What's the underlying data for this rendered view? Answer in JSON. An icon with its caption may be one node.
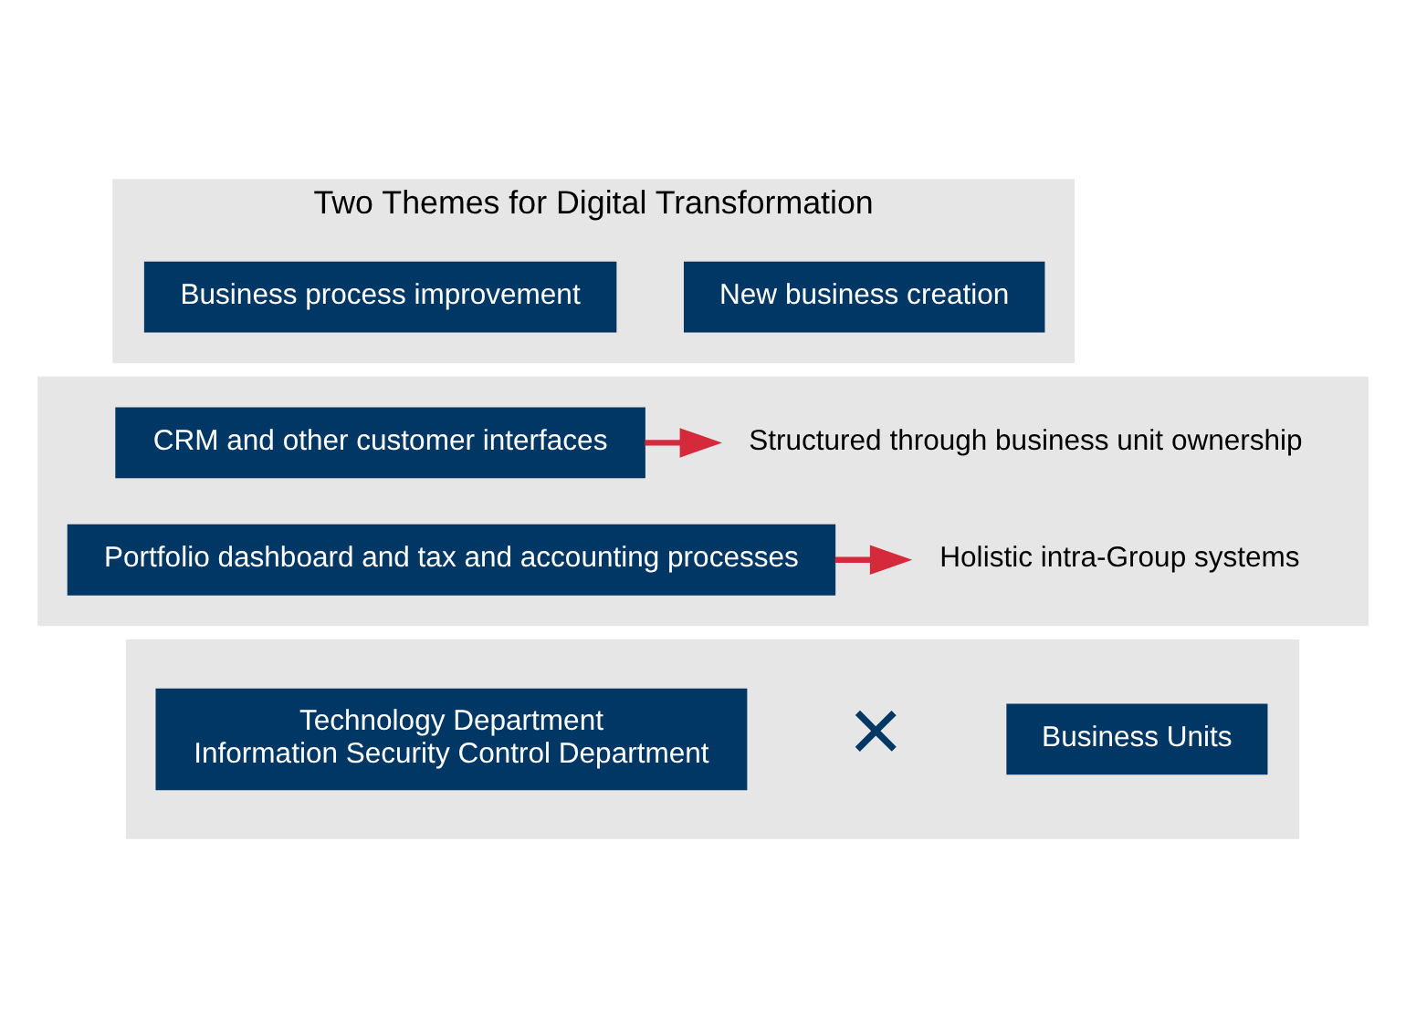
{
  "diagram": {
    "nodes": [
      {
        "text": [
          "Two Themes for Digital Transformation"
        ]
      },
      {
        "text": [
          "Business process improvement"
        ],
        "in": 0
      },
      {
        "text": [
          "New business creation"
        ],
        "in": 0
      },
      {
        "text": [],
        "shape": "box"
      },
      {
        "text": [
          "CRM and other customer interfaces"
        ],
        "in": 3
      },
      {
        "text": [
          "Structured through business unit ownership"
        ],
        "in": 3
      },
      {
        "text": [
          "Portfolio dashboard and tax and accounting processes"
        ],
        "in": 3
      },
      {
        "text": [
          "Holistic intra-Group systems"
        ],
        "in": 3
      },
      {
        "text": [],
        "shape": "box"
      },
      {
        "text": [
          "Technology Department",
          "Information Security Control Department"
        ],
        "in": 8
      },
      {
        "text": [
          "Business Units"
        ],
        "in": 8
      }
    ],
    "edges": [
      {
        "from": 4,
        "to": 5,
        "arrow": "to"
      },
      {
        "from": 6,
        "to": 7,
        "arrow": "to"
      }
    ],
    "labels": [
      "×"
    ]
  }
}
